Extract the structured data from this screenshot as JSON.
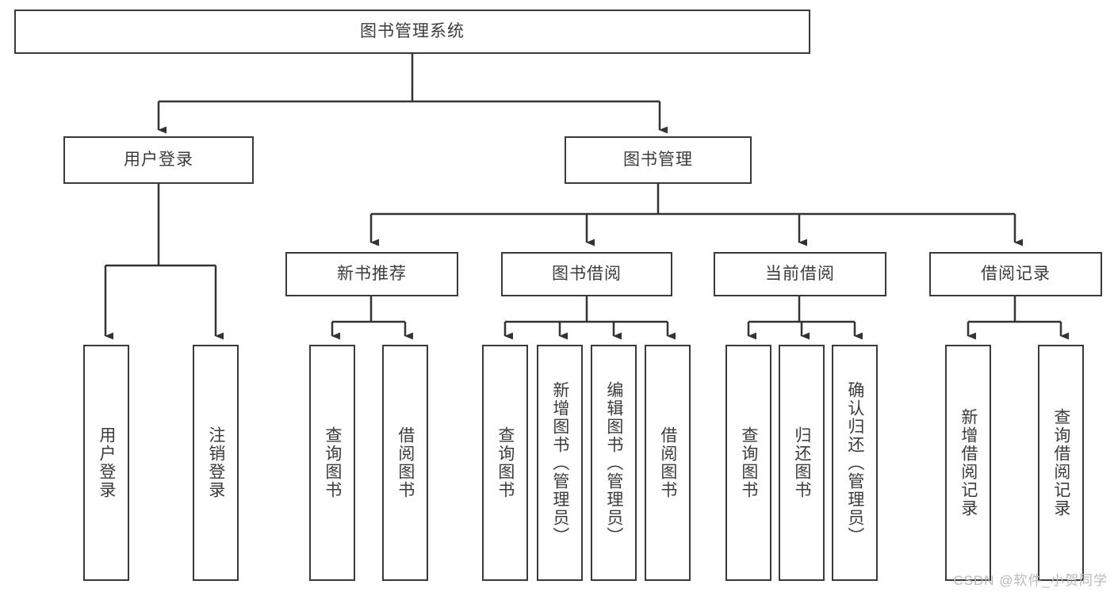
{
  "diagram": {
    "title": "图书管理系统",
    "type": "functional-structure-tree",
    "colors": {
      "box_border": "#3a3a3a",
      "box_fill": "#ffffff",
      "text": "#3b3b3b",
      "edge": "#333333",
      "watermark": "#b9b9b9",
      "background": "#ffffff"
    },
    "watermark": "CSDN @软件_小贺同学"
  },
  "nodes": {
    "root": {
      "label": "图书管理系统"
    },
    "level2": [
      {
        "id": "user-login",
        "label": "用户登录"
      },
      {
        "id": "book-manage",
        "label": "图书管理"
      }
    ],
    "level3": [
      {
        "id": "new-book-recommend",
        "label": "新书推荐"
      },
      {
        "id": "book-borrow",
        "label": "图书借阅"
      },
      {
        "id": "current-borrow",
        "label": "当前借阅"
      },
      {
        "id": "borrow-record",
        "label": "借阅记录"
      }
    ],
    "leaves": {
      "user-login": [
        {
          "id": "leaf-user-login",
          "label": "用户登录"
        },
        {
          "id": "leaf-logout-login",
          "label": "注销登录"
        }
      ],
      "new-book-recommend": [
        {
          "id": "leaf-query-book-1",
          "label": "查询图书"
        },
        {
          "id": "leaf-borrow-book-1",
          "label": "借阅图书"
        }
      ],
      "book-borrow": [
        {
          "id": "leaf-query-book-2",
          "label": "查询图书"
        },
        {
          "id": "leaf-add-book",
          "label": "新增图书（管理员）"
        },
        {
          "id": "leaf-edit-book",
          "label": "编辑图书（管理员）"
        },
        {
          "id": "leaf-borrow-book-2",
          "label": "借阅图书"
        }
      ],
      "current-borrow": [
        {
          "id": "leaf-query-book-3",
          "label": "查询图书"
        },
        {
          "id": "leaf-return-book",
          "label": "归还图书"
        },
        {
          "id": "leaf-confirm-return",
          "label": "确认归还（管理员）"
        }
      ],
      "borrow-record": [
        {
          "id": "leaf-add-record",
          "label": "新增借阅记录"
        },
        {
          "id": "leaf-query-record",
          "label": "查询借阅记录"
        }
      ]
    }
  }
}
